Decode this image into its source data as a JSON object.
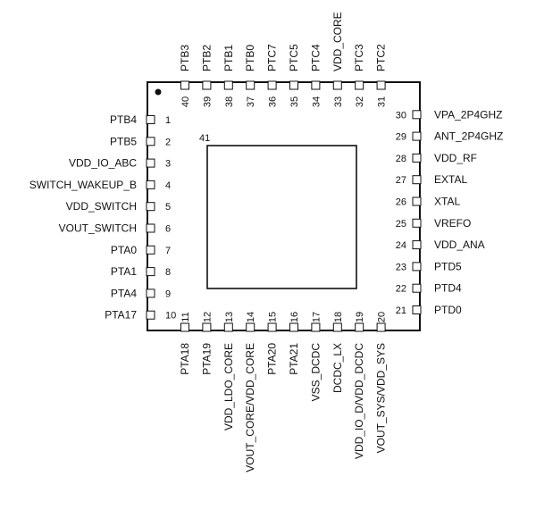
{
  "diagram": {
    "exposed_pad": {
      "number": "41"
    },
    "pins_left": [
      {
        "number": "1",
        "name": "PTB4"
      },
      {
        "number": "2",
        "name": "PTB5"
      },
      {
        "number": "3",
        "name": "VDD_IO_ABC"
      },
      {
        "number": "4",
        "name": "SWITCH_WAKEUP_B"
      },
      {
        "number": "5",
        "name": "VDD_SWITCH"
      },
      {
        "number": "6",
        "name": "VOUT_SWITCH"
      },
      {
        "number": "7",
        "name": "PTA0"
      },
      {
        "number": "8",
        "name": "PTA1"
      },
      {
        "number": "9",
        "name": "PTA4"
      },
      {
        "number": "10",
        "name": "PTA17"
      }
    ],
    "pins_bottom": [
      {
        "number": "11",
        "name": "PTA18"
      },
      {
        "number": "12",
        "name": "PTA19"
      },
      {
        "number": "13",
        "name": "VDD_LDO_CORE"
      },
      {
        "number": "14",
        "name": "VOUT_CORE/VDD_CORE"
      },
      {
        "number": "15",
        "name": "PTA20"
      },
      {
        "number": "16",
        "name": "PTA21"
      },
      {
        "number": "17",
        "name": "VSS_DCDC"
      },
      {
        "number": "18",
        "name": "DCDC_LX"
      },
      {
        "number": "19",
        "name": "VDD_IO_D/VDD_DCDC"
      },
      {
        "number": "20",
        "name": "VOUT_SYS/VDD_SYS"
      }
    ],
    "pins_right": [
      {
        "number": "21",
        "name": "PTD0"
      },
      {
        "number": "22",
        "name": "PTD4"
      },
      {
        "number": "23",
        "name": "PTD5"
      },
      {
        "number": "24",
        "name": "VDD_ANA"
      },
      {
        "number": "25",
        "name": "VREFO"
      },
      {
        "number": "26",
        "name": "XTAL"
      },
      {
        "number": "27",
        "name": "EXTAL"
      },
      {
        "number": "28",
        "name": "VDD_RF"
      },
      {
        "number": "29",
        "name": "ANT_2P4GHZ"
      },
      {
        "number": "30",
        "name": "VPA_2P4GHZ"
      }
    ],
    "pins_top": [
      {
        "number": "31",
        "name": "PTC2"
      },
      {
        "number": "32",
        "name": "PTC3"
      },
      {
        "number": "33",
        "name": "VDD_CORE"
      },
      {
        "number": "34",
        "name": "PTC4"
      },
      {
        "number": "35",
        "name": "PTC5"
      },
      {
        "number": "36",
        "name": "PTC7"
      },
      {
        "number": "37",
        "name": "PTB0"
      },
      {
        "number": "38",
        "name": "PTB1"
      },
      {
        "number": "39",
        "name": "PTB2"
      },
      {
        "number": "40",
        "name": "PTB3"
      }
    ]
  }
}
